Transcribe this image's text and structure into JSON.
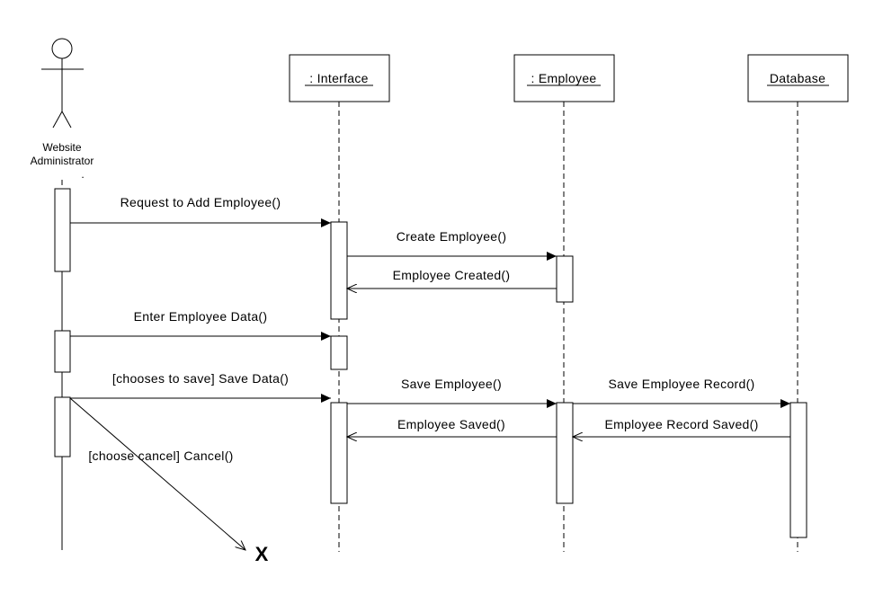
{
  "actor": {
    "name_line1": "Website",
    "name_line2": "Administrator",
    "name_line3": "."
  },
  "objects": {
    "interface": ": Interface",
    "employee": ": Employee",
    "database": "Database"
  },
  "messages": {
    "m1": "Request to Add Employee()",
    "m2": "Create Employee()",
    "m3": "Employee Created()",
    "m4": "Enter Employee Data()",
    "m5": "[chooses to save] Save Data()",
    "m6": "Save Employee()",
    "m7": "Save Employee Record()",
    "m8": "Employee Record Saved()",
    "m9": "Employee Saved()",
    "m10": "[choose cancel] Cancel()"
  },
  "destroy_mark": "X"
}
